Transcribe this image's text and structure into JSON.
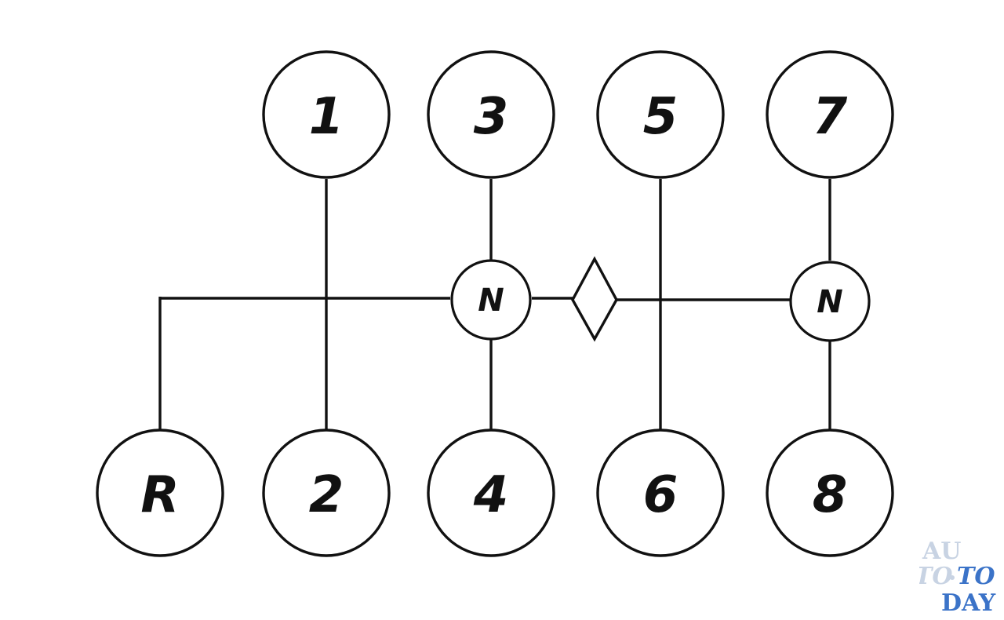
{
  "diagram": {
    "gears": {
      "g1": "1",
      "g2": "2",
      "g3": "3",
      "g4": "4",
      "g5": "5",
      "g6": "6",
      "g7": "7",
      "g8": "8",
      "reverse": "R"
    },
    "neutral_left": "N",
    "neutral_right": "N"
  },
  "watermark": {
    "line1": "AU",
    "line2a": "TO",
    "line2b": "TO",
    "line3": "DAY",
    "color_light": "#c8d3e3",
    "color_accent": "#3b73c8"
  }
}
